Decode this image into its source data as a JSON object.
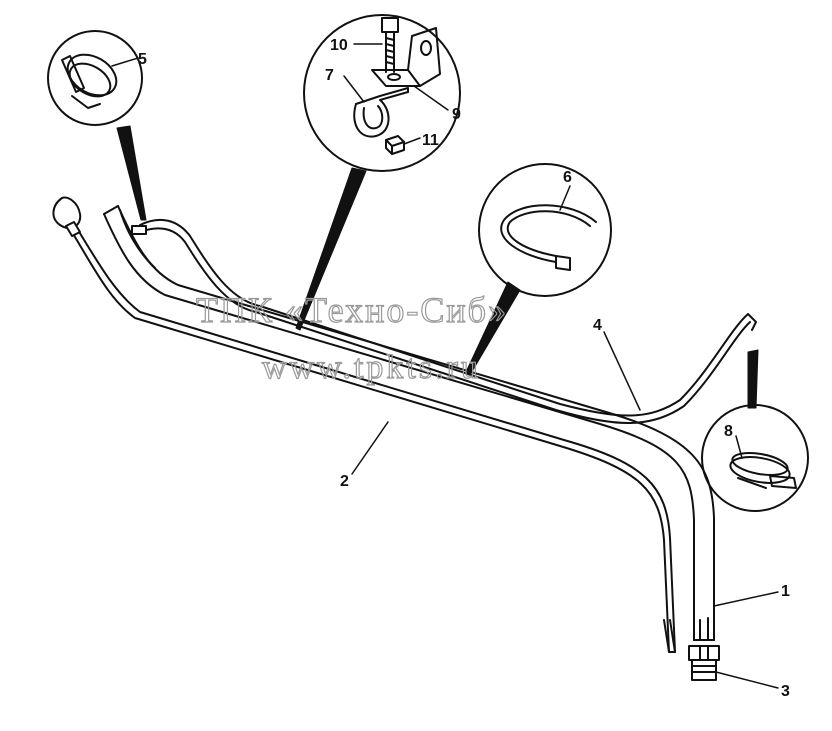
{
  "watermark": {
    "line1": "ТПК «Техно-Сиб»",
    "line2": "www.tpkts.ru"
  },
  "callouts": {
    "c1": "1",
    "c2": "2",
    "c3": "3",
    "c4": "4",
    "c5": "5",
    "c6": "6",
    "c7": "7",
    "c8": "8",
    "c9": "9",
    "c10": "10",
    "c11": "11"
  },
  "colors": {
    "line": "#111111",
    "watermark": "#9a9a9a",
    "background": "#ffffff"
  }
}
